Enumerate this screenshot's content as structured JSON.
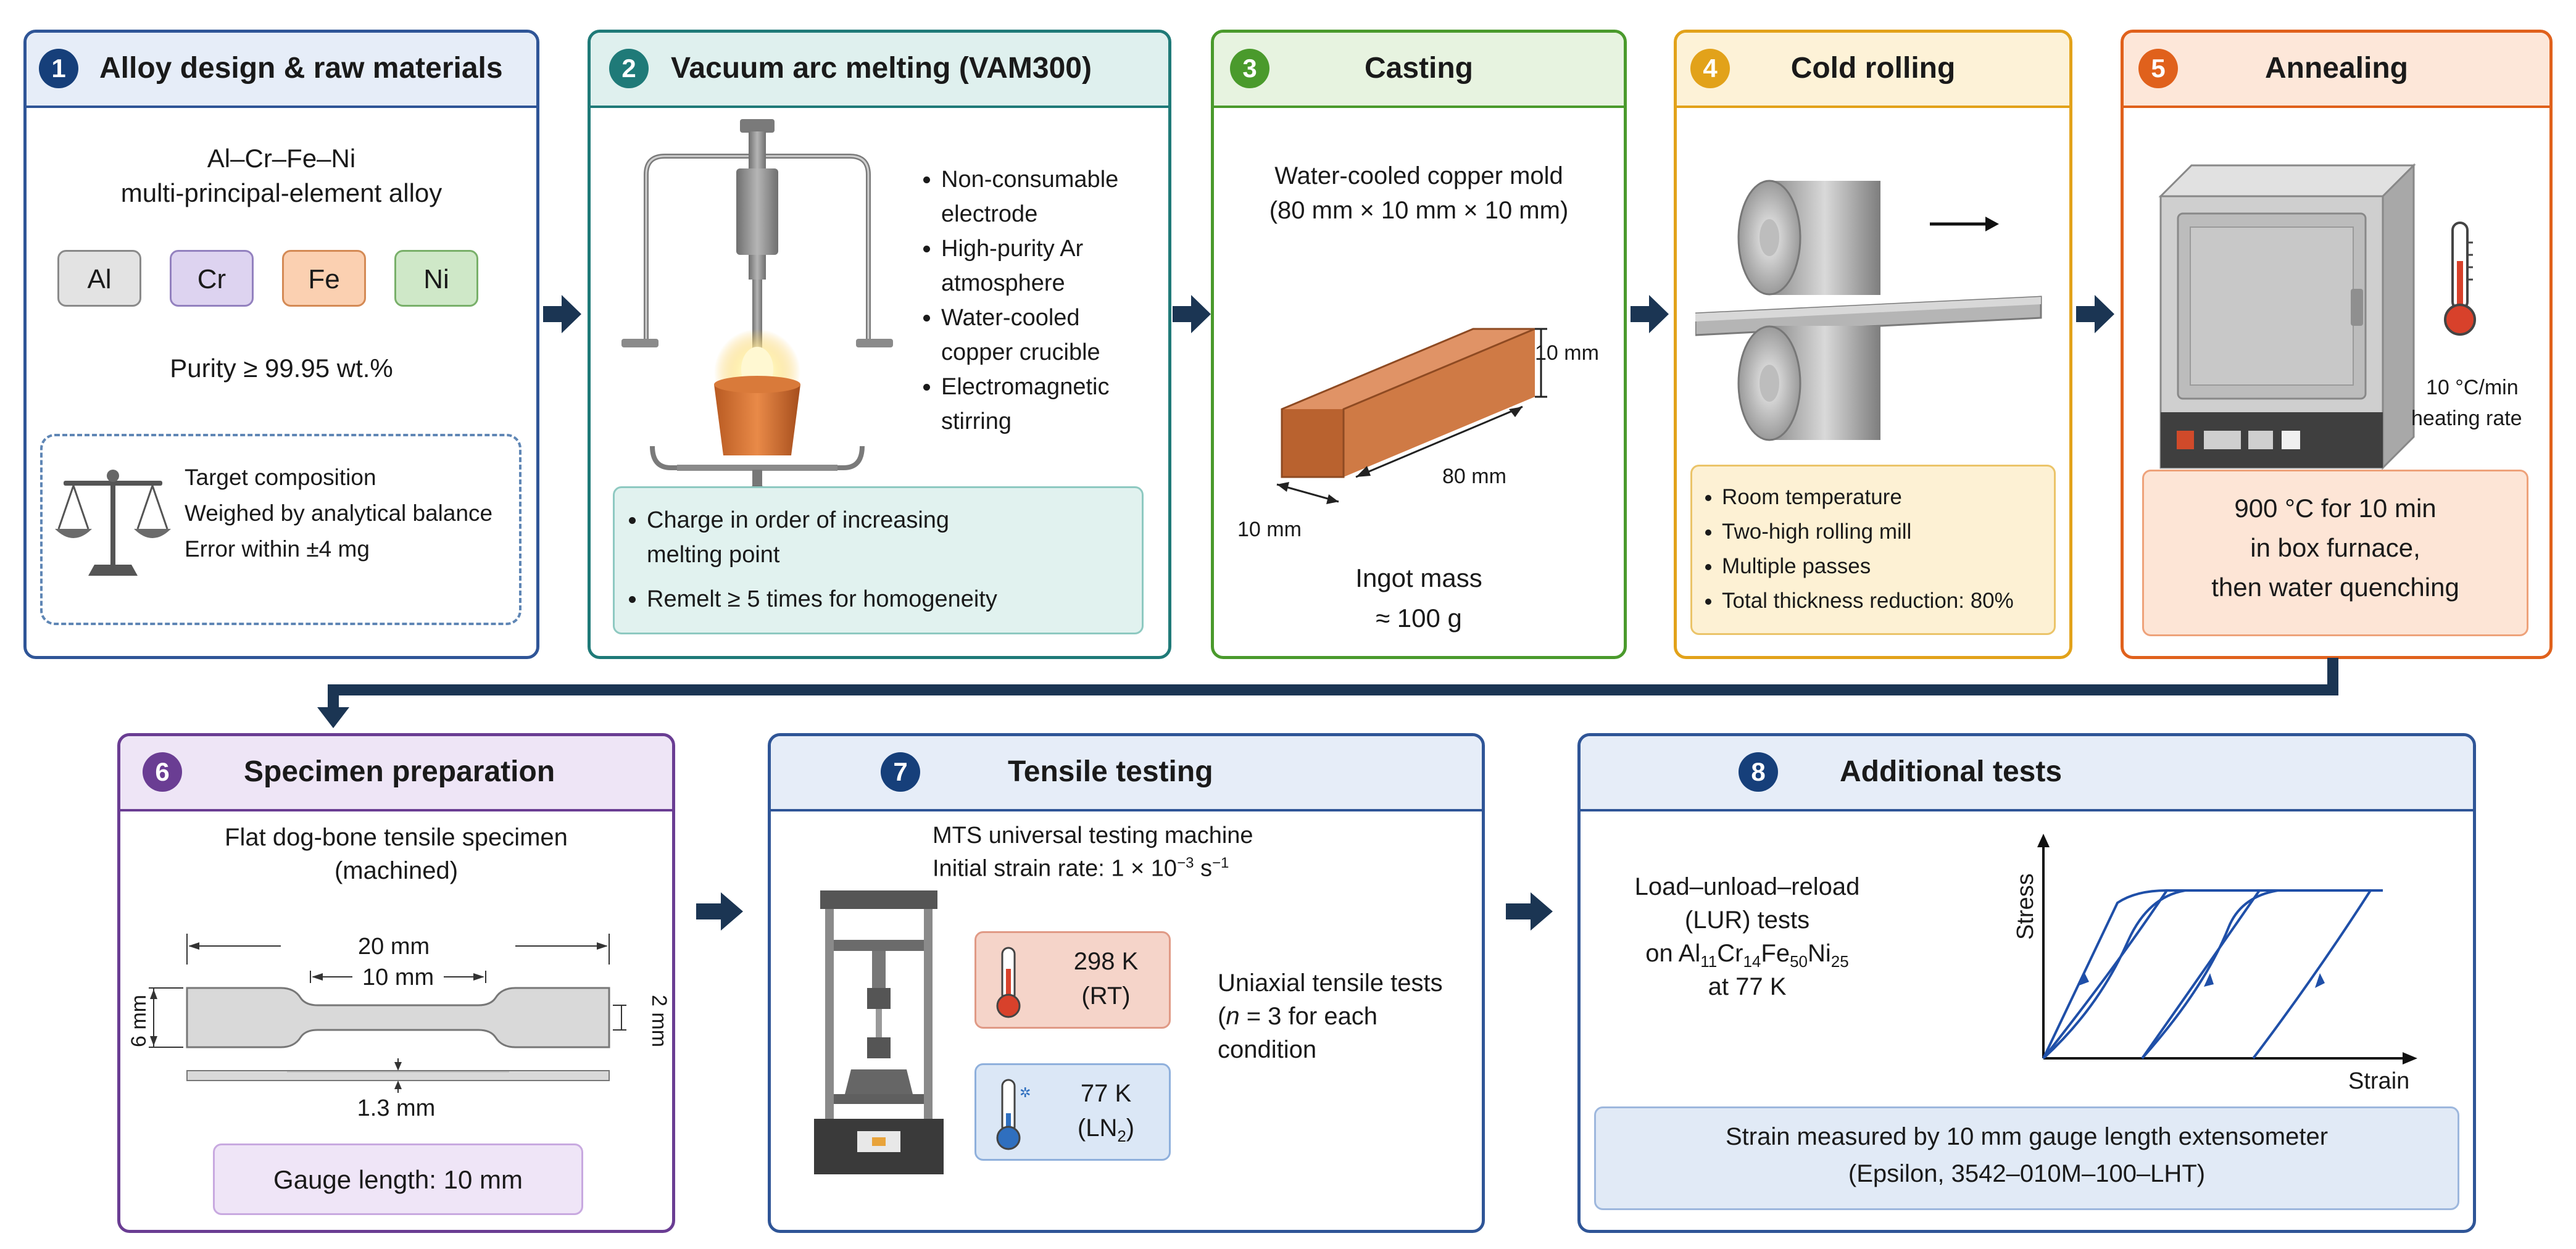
{
  "p1": {
    "num": "1",
    "title": "Alloy design & raw materials",
    "alloy_line1": "Al–Cr–Fe–Ni",
    "alloy_line2": "multi-principal-element alloy",
    "elements": [
      "Al",
      "Cr",
      "Fe",
      "Ni"
    ],
    "purity": "Purity ≥ 99.95 wt.%",
    "target": [
      "Target composition",
      "Weighed by analytical balance",
      "Error within ±4 mg"
    ]
  },
  "p2": {
    "num": "2",
    "title": "Vacuum arc melting (VAM300)",
    "bullets": [
      "Non-consumable\nelectrode",
      "High-purity Ar\natmosphere",
      "Water-cooled\ncopper crucible",
      "Electromagnetic\nstirring"
    ],
    "notes": [
      "Charge in order of increasing\nmelting point",
      "Remelt ≥ 5 times for homogeneity"
    ]
  },
  "p3": {
    "num": "3",
    "title": "Casting",
    "mold1": "Water-cooled copper mold",
    "mold2": "(80 mm × 10 mm × 10 mm)",
    "dim_h": "10 mm",
    "dim_l": "80 mm",
    "dim_w": "10 mm",
    "mass1": "Ingot mass",
    "mass2": "≈ 100 g"
  },
  "p4": {
    "num": "4",
    "title": "Cold rolling",
    "bullets": [
      "Room temperature",
      "Two-high rolling mill",
      "Multiple passes",
      "Total thickness reduction: 80%"
    ]
  },
  "p5": {
    "num": "5",
    "title": "Annealing",
    "rate1": "10 °C/min",
    "rate2": "heating rate",
    "cond": [
      "900 °C for 10 min",
      "in box furnace,",
      "then water quenching"
    ]
  },
  "p6": {
    "num": "6",
    "title": "Specimen preparation",
    "spec1": "Flat dog-bone tensile specimen",
    "spec2": "(machined)",
    "dim_total": "20 mm",
    "dim_gauge": "10 mm",
    "dim_width": "6 mm",
    "dim_gw": "2 mm",
    "dim_thick": "1.3 mm",
    "gauge": "Gauge length: 10 mm"
  },
  "p7": {
    "num": "7",
    "title": "Tensile testing",
    "machine": "MTS universal testing machine",
    "rate_pre": "Initial strain rate: 1 × 10",
    "rate_exp": "−3",
    "rate_unit": " s",
    "rate_uexp": "−1",
    "rt1": "298 K",
    "rt2": "(RT)",
    "ln1": "77 K",
    "ln2": "(LN",
    "ln_sub": "2",
    "ln_close": ")",
    "uni1": "Uniaxial tensile tests",
    "uni2": "n",
    "uni2b": " = 3 for each",
    "uni3": "condition"
  },
  "p8": {
    "num": "8",
    "title": "Additional tests",
    "lur1": "Load–unload–reload",
    "lur2": "(LUR) tests",
    "lur3_parts": [
      "on Al",
      "11",
      "Cr",
      "14",
      "Fe",
      "50",
      "Ni",
      "25"
    ],
    "lur4": "at 77 K",
    "ylabel": "Stress",
    "xlabel": "Strain",
    "ext1": "Strain measured by 10 mm gauge length extensometer",
    "ext2": "(Epsilon, 3542–010M–100–LHT)"
  },
  "colors": {
    "blue": "#163f7a",
    "teal": "#1f7a78",
    "green": "#4a9a2c",
    "yellow": "#e2a21a",
    "orange": "#e0611c",
    "purple": "#6a3d93",
    "arrow": "#1b3553"
  }
}
